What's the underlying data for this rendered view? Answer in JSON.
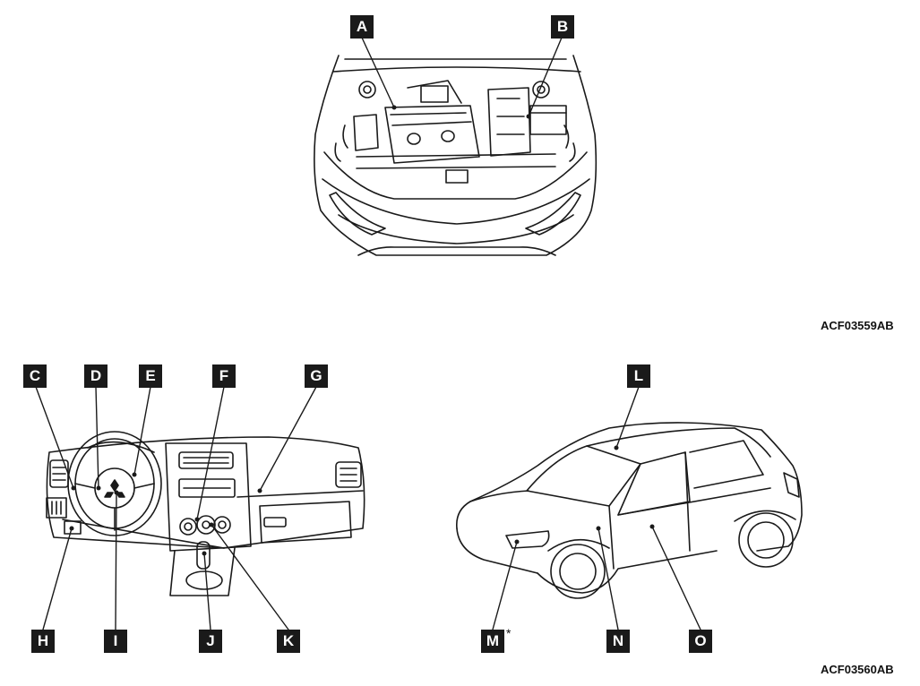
{
  "figures": [
    {
      "id": "ACF03559AB"
    },
    {
      "id": "ACF03560AB"
    }
  ],
  "callouts": [
    {
      "letter": "A"
    },
    {
      "letter": "B"
    },
    {
      "letter": "C"
    },
    {
      "letter": "D"
    },
    {
      "letter": "E"
    },
    {
      "letter": "F"
    },
    {
      "letter": "G"
    },
    {
      "letter": "H"
    },
    {
      "letter": "I"
    },
    {
      "letter": "J"
    },
    {
      "letter": "K"
    },
    {
      "letter": "L"
    },
    {
      "letter": "M"
    },
    {
      "letter": "N"
    },
    {
      "letter": "O"
    }
  ],
  "footnote_marker": "*",
  "colors": {
    "ink": "#1a1a1a",
    "background": "#ffffff"
  }
}
